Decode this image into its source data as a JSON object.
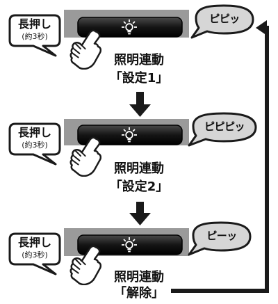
{
  "steps": [
    {
      "hold_label": "長押し",
      "hold_duration": "(約3秒)",
      "beep_sound": "ピピッ",
      "caption_line1": "照明連動",
      "caption_line2": "「設定1」"
    },
    {
      "hold_label": "長押し",
      "hold_duration": "(約3秒)",
      "beep_sound": "ピピピッ",
      "caption_line1": "照明連動",
      "caption_line2": "「設定2」"
    },
    {
      "hold_label": "長押し",
      "hold_duration": "(約3秒)",
      "beep_sound": "ピーッ",
      "caption_line1": "照明連動",
      "caption_line2": "「解除」"
    }
  ],
  "icons": {
    "button_icon": "light-bulb-icon",
    "hand_icon": "pointing-hand-icon"
  },
  "colors": {
    "panel_fill": "#9a9a9a",
    "button_fill": "#1a1a1a",
    "bubble_fill": "#d6d6d6",
    "outline": "#1a1a1a",
    "arrow": "#1a1a1a"
  }
}
